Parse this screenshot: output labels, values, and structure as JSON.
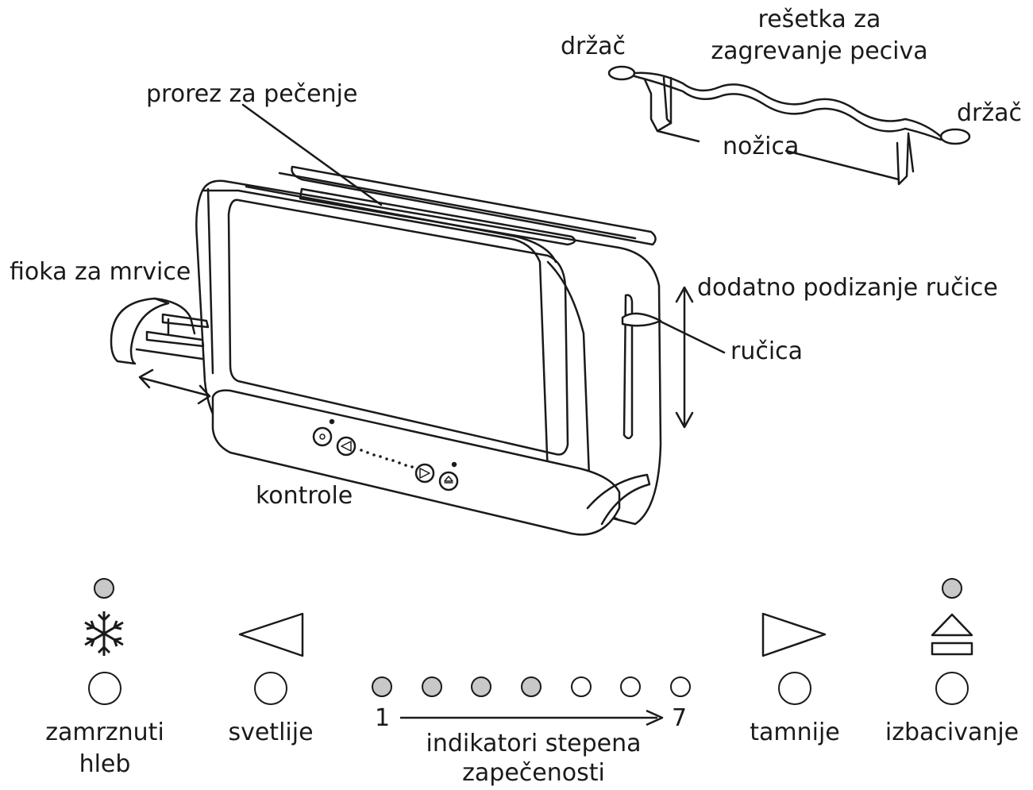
{
  "labels": {
    "slot": "prorez za pečenje",
    "rack": "rešetka za zagrevanje peciva",
    "rack_line1": "rešetka za",
    "rack_line2": "zagrevanje peciva",
    "holder_left": "držač",
    "holder_right": "držač",
    "legs": "nožica",
    "crumb_tray": "fioka za mrvice",
    "extra_lift": "dodatno podizanje ručice",
    "lever": "ručica",
    "controls": "kontrole"
  },
  "panel": {
    "frozen_line1": "zamrznuti",
    "frozen_line2": "hleb",
    "lighter": "svetlije",
    "darker": "tamnije",
    "eject": "izbacivanje",
    "scale_min": "1",
    "scale_max": "7",
    "scale_label_line1": "indikatori stepena",
    "scale_label_line2": "zapečenosti",
    "browning_levels_total": 7,
    "browning_levels_lit": 4,
    "frozen_indicator_lit": true,
    "eject_indicator_lit": true
  },
  "colors": {
    "line": "#1a1a1a",
    "indicator_on": "#c8c8c8",
    "indicator_off": "#ffffff"
  }
}
